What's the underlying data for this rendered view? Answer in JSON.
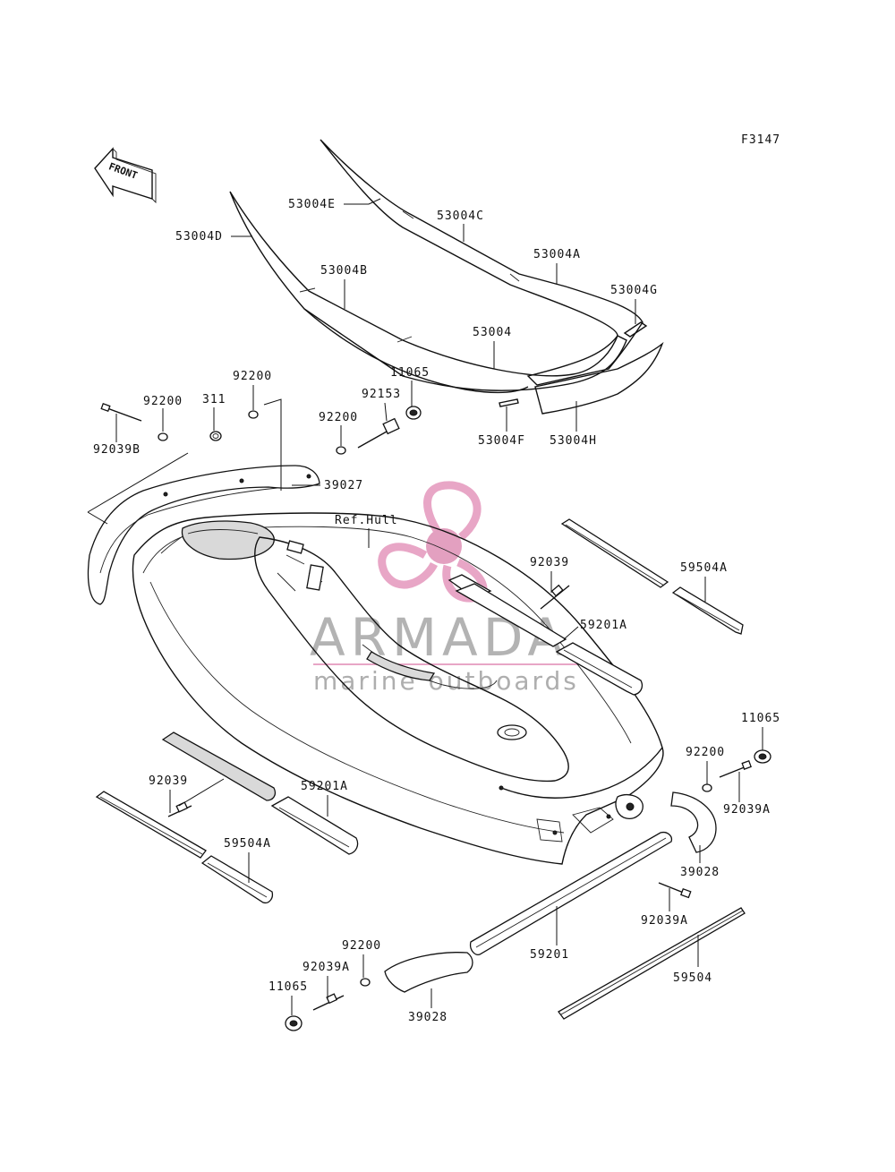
{
  "diagram_code": "F3147",
  "front_marker": "FRONT",
  "watermark": {
    "brand": "ARMADA",
    "tagline": "marine outboards",
    "colors": {
      "logo": "#e8a6c6",
      "logo_center": "#e3a0c0",
      "text": "#9a9a9a"
    }
  },
  "reference_label": "Ref.Hull",
  "parts": {
    "p53004E": "53004E",
    "p53004C": "53004C",
    "p53004D": "53004D",
    "p53004A": "53004A",
    "p53004B": "53004B",
    "p53004G": "53004G",
    "p53004": "53004",
    "p53004F": "53004F",
    "p53004H": "53004H",
    "p11065_top": "11065",
    "p92200_a": "92200",
    "p311": "311",
    "p92200_b": "92200",
    "p92153": "92153",
    "p92200_c": "92200",
    "p92039B": "92039B",
    "p39027": "39027",
    "p92039_right": "92039",
    "p59504A_right": "59504A",
    "p59201A_right": "59201A",
    "p11065_right": "11065",
    "p92200_right": "92200",
    "p92039A_right": "92039A",
    "p39028_right": "39028",
    "p92039_left": "92039",
    "p59201A_left": "59201A",
    "p59504A_left": "59504A",
    "p92039A_mid": "92039A",
    "p59201": "59201",
    "p59504": "59504",
    "p92200_bottom": "92200",
    "p92039A_bottom": "92039A",
    "p11065_bottom": "11065",
    "p39028_bottom": "39028"
  }
}
